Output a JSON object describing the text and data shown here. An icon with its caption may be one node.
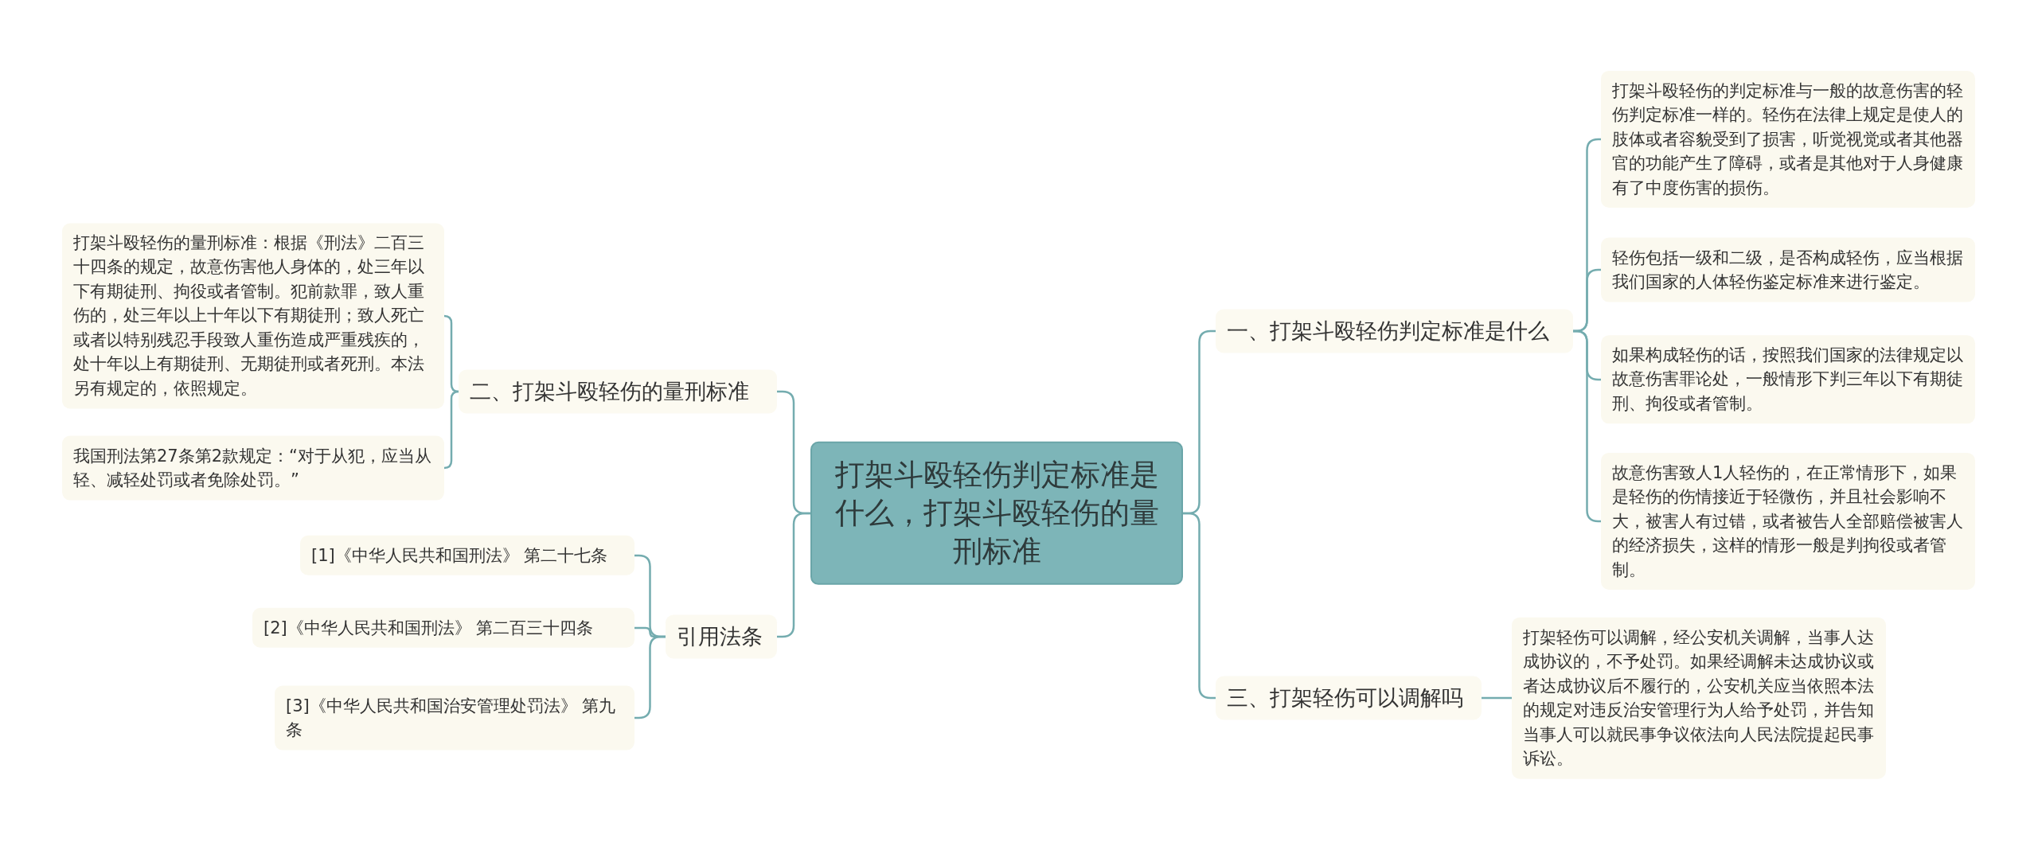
{
  "diagram": {
    "nodes": [
      {
        "text": [
          "打架斗殴轻伤判定标准是什么，打架斗殴轻伤的量刑标准"
        ]
      },
      {
        "text": [
          "二、打架斗殴轻伤的量刑标准"
        ]
      },
      {
        "text": [
          "打架斗殴轻伤的量刑标准：根据《刑法》二百三十四条的规定，故意伤害他人身体的，处三年以下有期徒刑、拘役或者管制。犯前款罪，致人重伤的，处三年以上十年以下有期徒刑；致人死亡或者以特别残忍手段致人重伤造成严重残疾的，处十年以上有期徒刑、无期徒刑或者死刑。本法另有规定的，依照规定。"
        ]
      },
      {
        "text": [
          "我国刑法第27条第2款规定：“对于从犯，应当从轻、减轻处罚或者免除处罚。”"
        ]
      },
      {
        "text": [
          "引用法条"
        ]
      },
      {
        "text": [
          "[1]《中华人民共和国刑法》 第二十七条"
        ]
      },
      {
        "text": [
          "[2]《中华人民共和国刑法》 第二百三十四条"
        ]
      },
      {
        "text": [
          "[3]《中华人民共和国治安管理处罚法》 第九条"
        ]
      },
      {
        "text": [
          "一、打架斗殴轻伤判定标准是什么"
        ]
      },
      {
        "text": [
          "打架斗殴轻伤的判定标准与一般的故意伤害的轻伤判定标准一样的。轻伤在法律上规定是使人的肢体或者容貌受到了损害，听觉视觉或者其他器官的功能产生了障碍，或者是其他对于人身健康有了中度伤害的损伤。"
        ]
      },
      {
        "text": [
          "轻伤包括一级和二级，是否构成轻伤，应当根据我们国家的人体轻伤鉴定标准来进行鉴定。"
        ]
      },
      {
        "text": [
          "如果构成轻伤的话，按照我们国家的法律规定以故意伤害罪论处，一般情形下判三年以下有期徒刑、拘役或者管制。"
        ]
      },
      {
        "text": [
          "故意伤害致人1人轻伤的，在正常情形下，如果是轻伤的伤情接近于轻微伤，并且社会影响不大，被害人有过错，或者被告人全部赔偿被害人的经济损失，这样的情形一般是判拘役或者管制。"
        ]
      },
      {
        "text": [
          "三、打架轻伤可以调解吗"
        ]
      },
      {
        "text": [
          "打架轻伤可以调解，经公安机关调解，当事人达成协议的，不予处罚。如果经调解未达成协议或者达成协议后不履行的，公安机关应当依照本法的规定对违反治安管理行为人给予处罚，并告知当事人可以就民事争议依法向人民法院提起民事诉讼。"
        ]
      }
    ],
    "edges": [
      {
        "from": 0,
        "to": 1,
        "arrow": "none"
      },
      {
        "from": 1,
        "to": 2,
        "arrow": "none"
      },
      {
        "from": 1,
        "to": 3,
        "arrow": "none"
      },
      {
        "from": 0,
        "to": 4,
        "arrow": "none"
      },
      {
        "from": 4,
        "to": 5,
        "arrow": "none"
      },
      {
        "from": 4,
        "to": 6,
        "arrow": "none"
      },
      {
        "from": 4,
        "to": 7,
        "arrow": "none"
      },
      {
        "from": 0,
        "to": 8,
        "arrow": "none"
      },
      {
        "from": 8,
        "to": 9,
        "arrow": "none"
      },
      {
        "from": 8,
        "to": 10,
        "arrow": "none"
      },
      {
        "from": 8,
        "to": 11,
        "arrow": "none"
      },
      {
        "from": 8,
        "to": 12,
        "arrow": "none"
      },
      {
        "from": 0,
        "to": 13,
        "arrow": "none"
      },
      {
        "from": 13,
        "to": 14,
        "arrow": "none"
      }
    ]
  }
}
